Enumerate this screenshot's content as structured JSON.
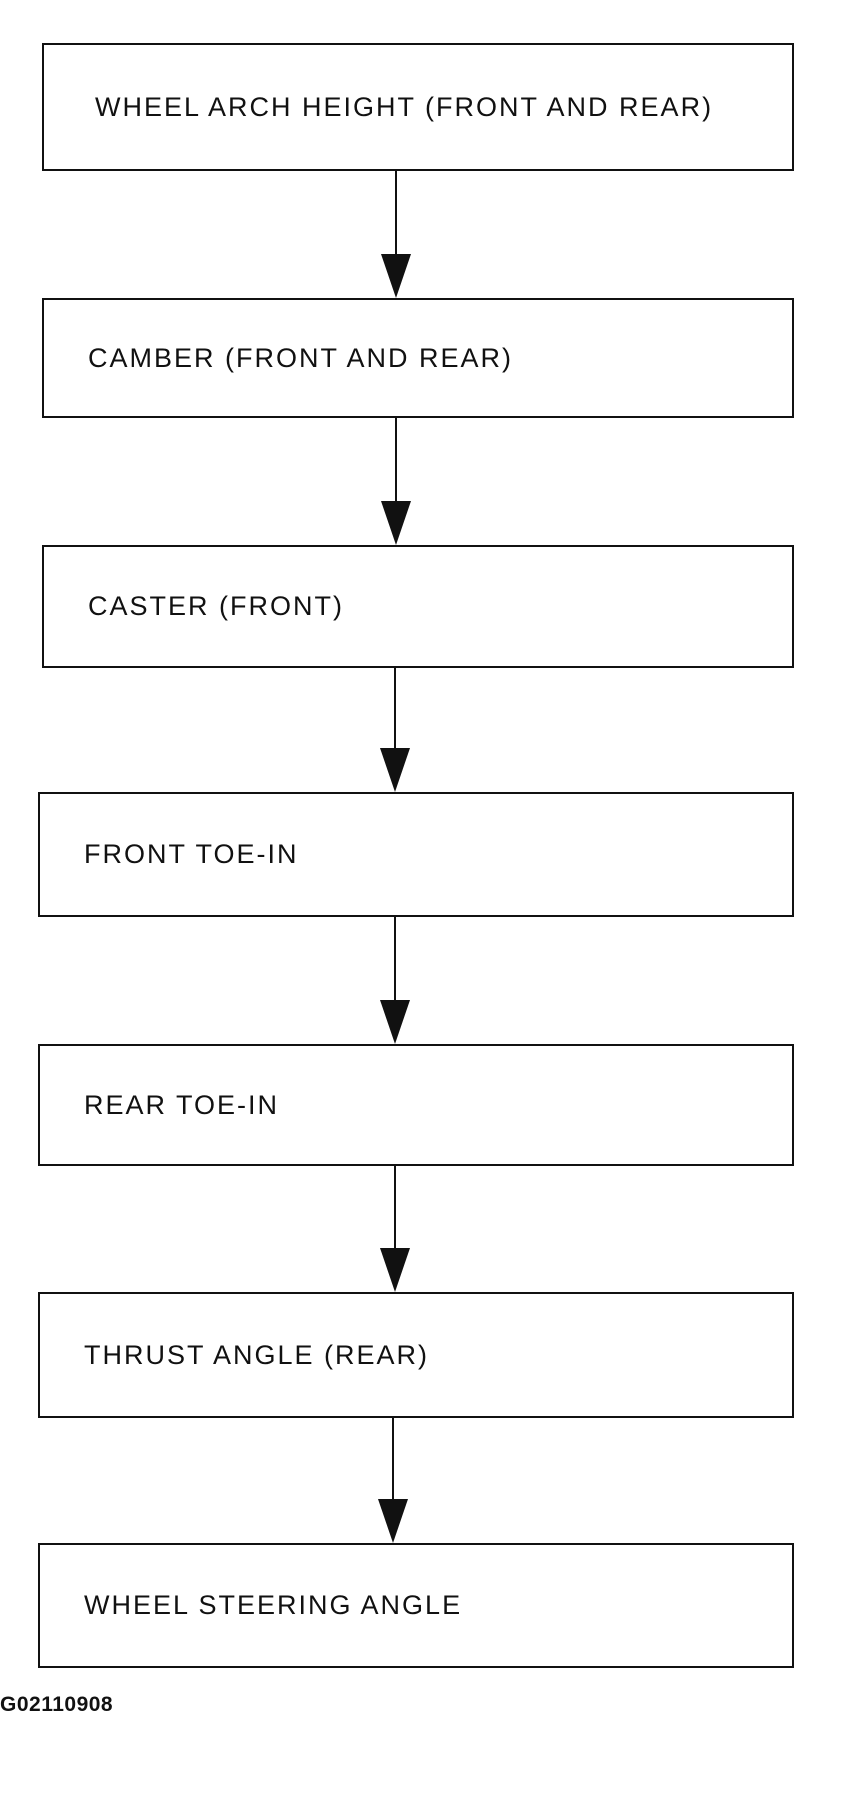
{
  "steps": [
    {
      "label": "WHEEL ARCH HEIGHT (FRONT AND REAR)"
    },
    {
      "label": "CAMBER (FRONT AND REAR)"
    },
    {
      "label": "CASTER (FRONT)"
    },
    {
      "label": "FRONT TOE-IN"
    },
    {
      "label": "REAR TOE-IN"
    },
    {
      "label": "THRUST ANGLE (REAR)"
    },
    {
      "label": "WHEEL STEERING ANGLE"
    }
  ],
  "figure_id": "G02110908"
}
